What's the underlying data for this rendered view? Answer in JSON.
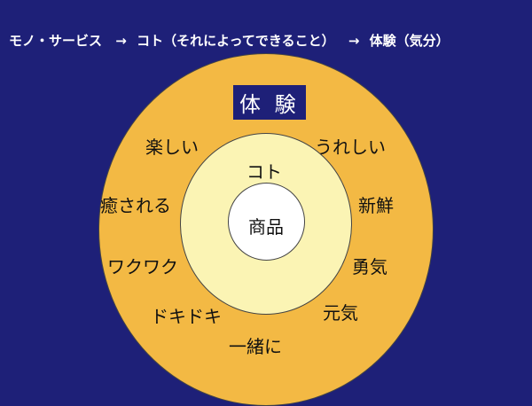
{
  "header": {
    "part1": "モノ・サービス",
    "arrow1": "→",
    "part2": "コト（それによってできること）",
    "arrow2": "→",
    "part3": "体験（気分）"
  },
  "diagram": {
    "outer_title": "体 験",
    "middle_label": "コト",
    "inner_label": "商品",
    "feelings": {
      "tanoshii": "楽しい",
      "ureshii": "うれしい",
      "iyasareru": "癒される",
      "shinsen": "新鮮",
      "wakuwaku": "ワクワク",
      "yuuki": "勇気",
      "dokidoki": "ドキドキ",
      "genki": "元気",
      "isshoni": "一緒に"
    }
  },
  "colors": {
    "background": "#1e2078",
    "outer_ring": "#f3b944",
    "middle_ring": "#fbf4b4",
    "inner_ring": "#ffffff"
  }
}
